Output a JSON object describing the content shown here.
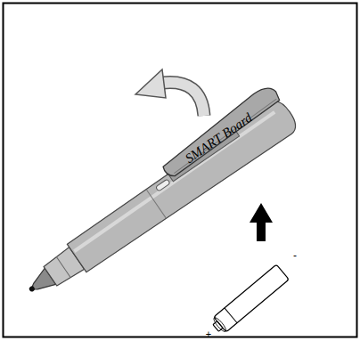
{
  "diagram": {
    "labels": [
      "SMART Board",
      "+",
      "-"
    ]
  }
}
